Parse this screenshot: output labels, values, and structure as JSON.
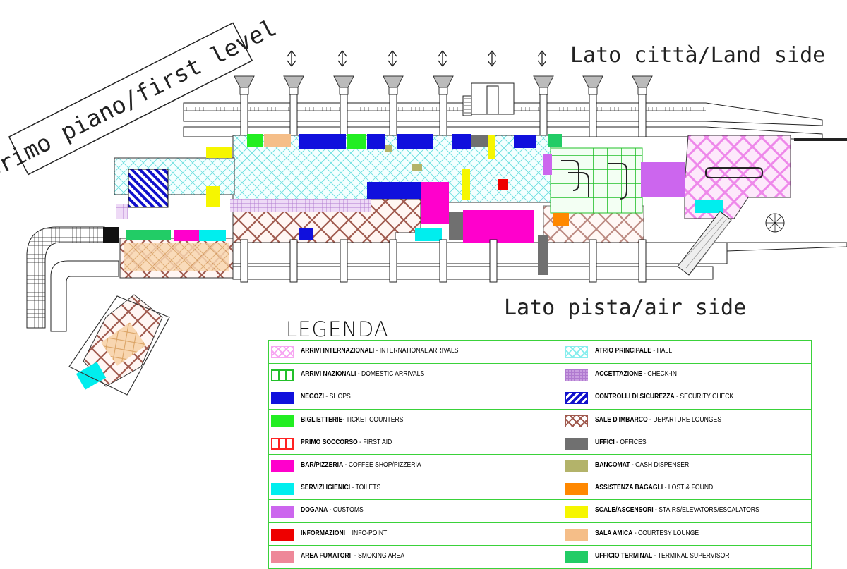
{
  "level_label": "primo piano/first level",
  "land_side": "Lato città/Land side",
  "air_side": "Lato pista/air side",
  "legend_title": "LEGENDA",
  "colors": {
    "intl_arrivals": "#f7a6f2",
    "domestic_arrivals": "#22c02a",
    "shops": "#1010dd",
    "ticket": "#22ee22",
    "first_aid": "#ff2222",
    "bar": "#ff00cc",
    "toilets": "#00eeee",
    "customs": "#cc66ee",
    "info": "#ee0000",
    "smoking": "#ee8899",
    "hall": "#88eeee",
    "checkin": "#c99ee0",
    "security": "#1111cc",
    "lounge": "#a05a4e",
    "offices": "#707070",
    "atm": "#b3b36a",
    "lost_found": "#ff8800",
    "stairs": "#f6f600",
    "courtesy": "#f5be88",
    "terminal": "#22cc66"
  },
  "legend": {
    "left": [
      {
        "key": "intl_arrivals",
        "bold": "ARRIVI INTERNAZIONALI",
        "text": " - INTERNATIONAL ARRIVALS",
        "pattern": "cross"
      },
      {
        "key": "domestic_arrivals",
        "bold": "ARRIVI NAZIONALI",
        "text": " - DOMESTIC ARRIVALS",
        "pattern": "grid"
      },
      {
        "key": "shops",
        "bold": "NEGOZI",
        "text": " - SHOPS",
        "pattern": "solid"
      },
      {
        "key": "ticket",
        "bold": "BIGLIETTERIE",
        "text": "- TICKET COUNTERS",
        "pattern": "solid"
      },
      {
        "key": "first_aid",
        "bold": "PRIMO SOCCORSO",
        "text": " - FIRST AID",
        "pattern": "grid"
      },
      {
        "key": "bar",
        "bold": "BAR/PIZZERIA",
        "text": " - COFFEE SHOP/PIZZERIA",
        "pattern": "solid"
      },
      {
        "key": "toilets",
        "bold": "SERVIZI IGIENICI",
        "text": " - TOILETS",
        "pattern": "solid"
      },
      {
        "key": "customs",
        "bold": "DOGANA",
        "text": " - CUSTOMS",
        "pattern": "solid"
      },
      {
        "key": "info",
        "bold": "INFORMAZIONI",
        "text": "    INFO-POINT",
        "pattern": "solid"
      },
      {
        "key": "smoking",
        "bold": "AREA FUMATORI",
        "text": "  - SMOKING AREA",
        "pattern": "solid"
      }
    ],
    "right": [
      {
        "key": "hall",
        "bold": "ATRIO PRINCIPALE",
        "text": " - HALL",
        "pattern": "cross"
      },
      {
        "key": "checkin",
        "bold": "ACCETTAZIONE",
        "text": " - CHECK-IN",
        "pattern": "fine"
      },
      {
        "key": "security",
        "bold": "CONTROLLI DI SICUREZZA",
        "text": " - SECURITY CHECK",
        "pattern": "hatch"
      },
      {
        "key": "lounge",
        "bold": "SALE D'IMBARCO",
        "text": " - DEPARTURE LOUNGES",
        "pattern": "cross"
      },
      {
        "key": "offices",
        "bold": "UFFICI",
        "text": " - OFFICES",
        "pattern": "solid"
      },
      {
        "key": "atm",
        "bold": "BANCOMAT",
        "text": " - CASH DISPENSER",
        "pattern": "solid"
      },
      {
        "key": "lost_found",
        "bold": "ASSISTENZA BAGAGLI",
        "text": " - LOST & FOUND",
        "pattern": "solid"
      },
      {
        "key": "stairs",
        "bold": "SCALE/ASCENSORI",
        "text": " - STAIRS/ELEVATORS/ESCALATORS",
        "pattern": "solid"
      },
      {
        "key": "courtesy",
        "bold": "SALA AMICA",
        "text": " - COURTESY LOUNGE",
        "pattern": "solid"
      },
      {
        "key": "terminal",
        "bold": "UFFICIO TERMINAL",
        "text": " - TERMINAL SUPERVISOR",
        "pattern": "solid"
      }
    ]
  }
}
